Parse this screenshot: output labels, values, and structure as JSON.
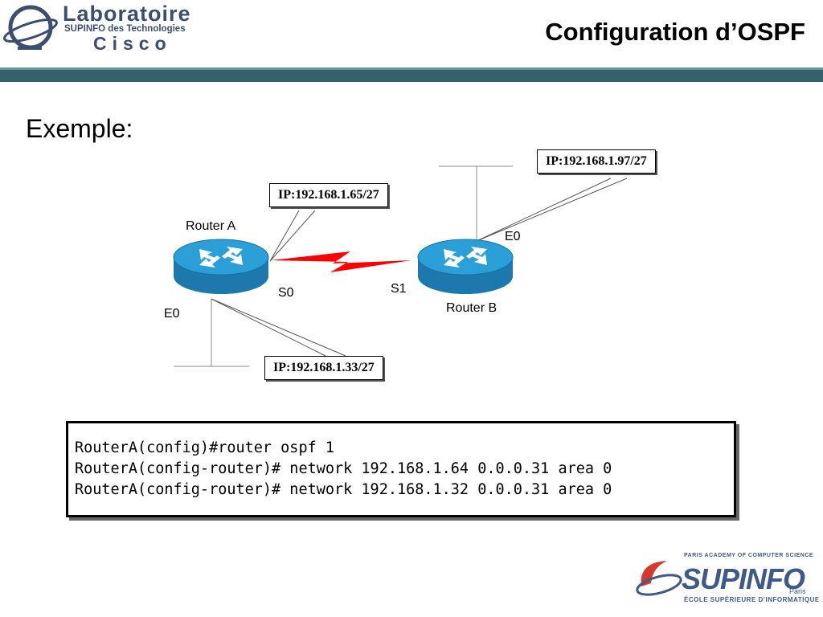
{
  "header": {
    "logo": {
      "line1": "Laboratoire",
      "line2": "SUPINFO des Technologies",
      "line3": "Cisco"
    },
    "title": "Configuration d’OSPF",
    "band_color": "#33636a"
  },
  "subtitle": "Exemple:",
  "diagram": {
    "router_a": {
      "label": "Router A"
    },
    "router_b": {
      "label": "Router B"
    },
    "interfaces": {
      "a_s0": "S0",
      "a_e0": "E0",
      "b_s1": "S1",
      "b_e0": "E0"
    },
    "ip_boxes": {
      "a_s0_ip": "IP:192.168.1.65/27",
      "a_e0_ip": "IP:192.168.1.33/27",
      "b_e0_ip": "IP:192.168.1.97/27"
    },
    "link_color": "#ff0000",
    "router_color": "#1d8fc4"
  },
  "code": {
    "lines": [
      "RouterA(config)#router ospf 1",
      "RouterA(config-router)# network 192.168.1.64 0.0.0.31 area 0",
      "RouterA(config-router)# network 192.168.1.32 0.0.0.31 area 0"
    ]
  },
  "footer": {
    "brand": "SUPINFO",
    "top_text": "PARIS ACADEMY OF COMPUTER SCIENCE",
    "city": "Paris",
    "bottom_text": "ÉCOLE SUPÉRIEURE D’INFORMATIQUE"
  }
}
